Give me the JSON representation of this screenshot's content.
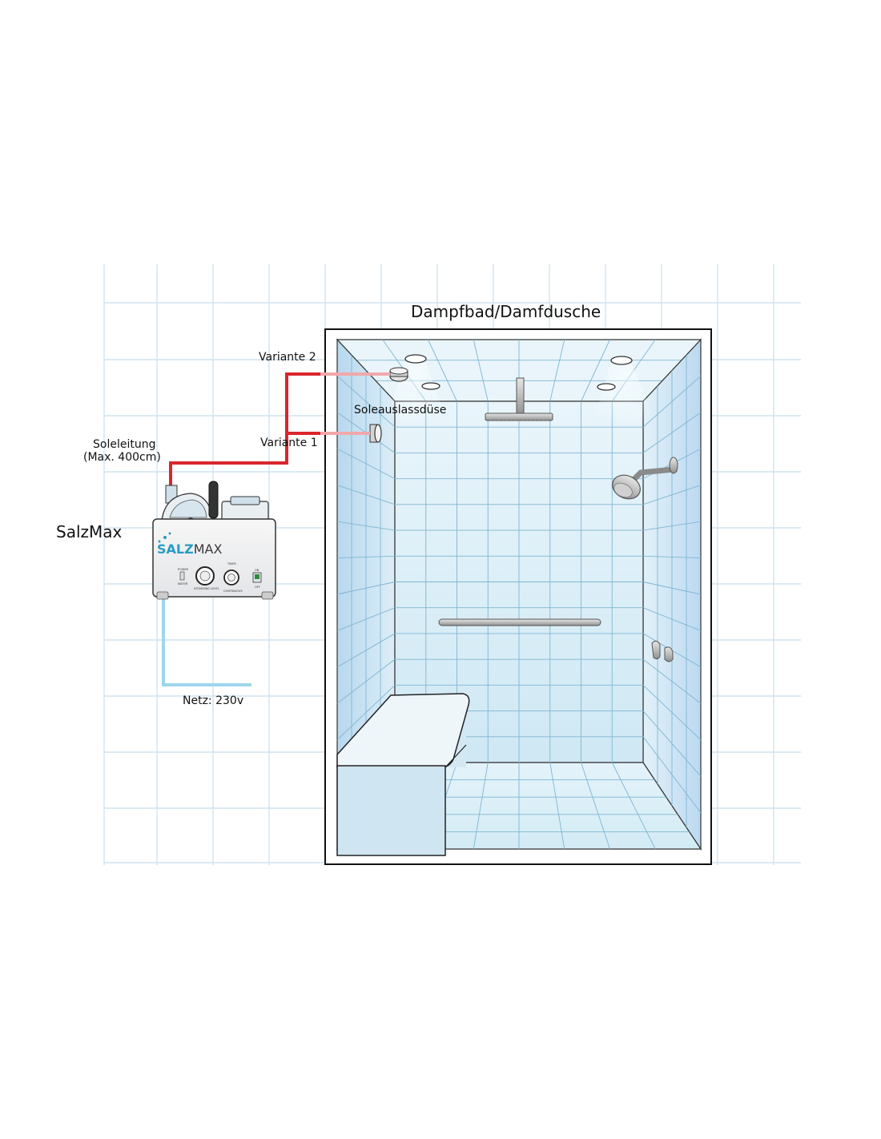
{
  "title": "Dampfbad/Damfdusche",
  "labels": {
    "variant2": "Variante 2",
    "variant1": "Variante 1",
    "nozzle": "Soleauslassdüse",
    "line": "Soleleitung",
    "line_max": "(Max. 400cm)",
    "device": "SalzMax",
    "power": "Netz: 230v"
  },
  "device_panel": {
    "brand_s": "S",
    "brand_alz": "ALZ",
    "brand_max": "MAX",
    "power_label": "POWER",
    "water_label": "WATER",
    "atomizing_label": "ATOMIZING LEVEL",
    "timer_label": "TIMER",
    "continuous_label": "CONTINUOUS",
    "on_label": "ON",
    "off_label": "OFF"
  },
  "colors": {
    "brine_line": "#d9262c",
    "brine_line_light": "#f0a8ab",
    "water_line": "#9dd6ec",
    "grid": "#cfe4ef",
    "tile_fill": "#dff0f8",
    "tile_line": "#7fb6d2",
    "brand_accent": "#2a9cc4"
  }
}
